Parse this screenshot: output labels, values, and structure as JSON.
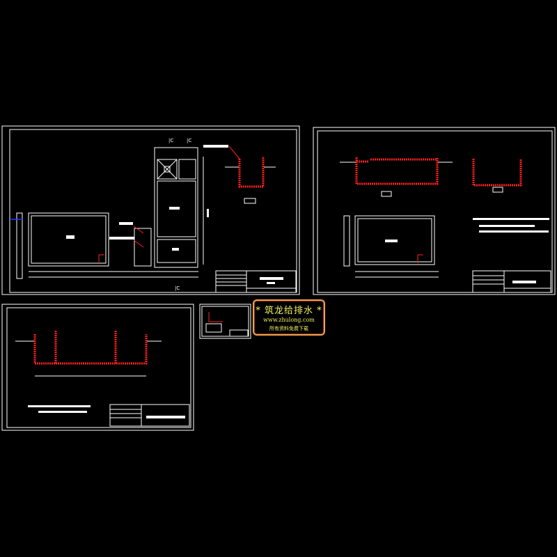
{
  "logo": {
    "title": "* 筑龙给排水 *",
    "url": "www.zhulong.com",
    "tagline": "所有资料免费下载"
  },
  "colors": {
    "background": "#000000",
    "lines": "#ffffff",
    "walls": "#ff2020",
    "logo_text": "#f0f060",
    "logo_border": "#f0a050"
  }
}
